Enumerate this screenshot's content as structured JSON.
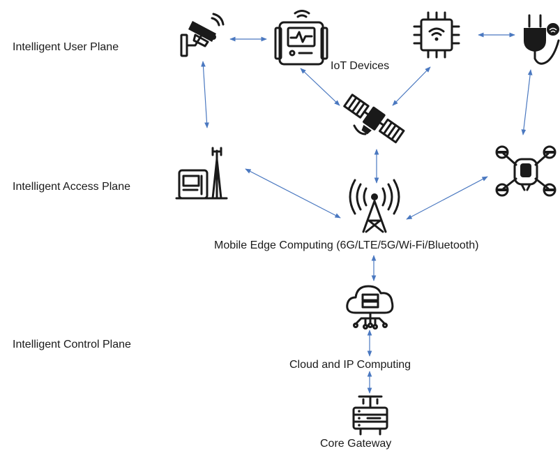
{
  "planes": {
    "user": "Intelligent User Plane",
    "access": "Intelligent Access Plane",
    "control": "Intelligent Control Plane"
  },
  "labels": {
    "iot": "IoT Devices",
    "mec": "Mobile Edge Computing (6G/LTE/5G/Wi-Fi/Bluetooth)",
    "cloud": "Cloud and IP Computing",
    "gateway": "Core Gateway"
  },
  "icons": [
    "security-camera-icon",
    "health-monitor-icon",
    "wifi-chip-icon",
    "smart-plug-icon",
    "satellite-icon",
    "base-station-icon",
    "drone-icon",
    "cell-tower-icon",
    "cloud-server-icon",
    "gateway-router-icon"
  ],
  "colors": {
    "connector": "#4a78c0",
    "icon": "#1a1a1a"
  }
}
